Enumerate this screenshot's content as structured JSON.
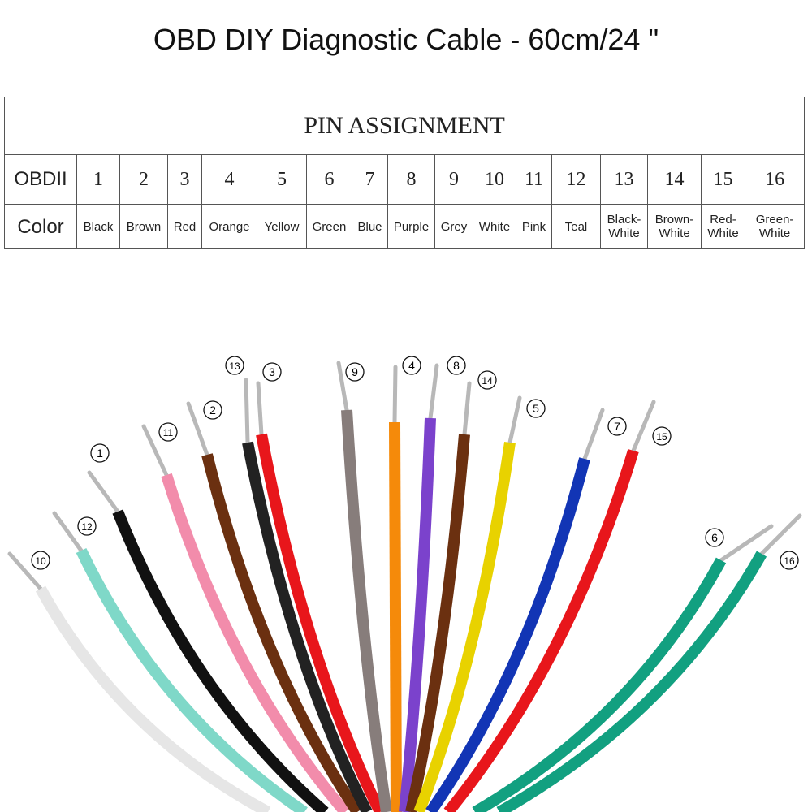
{
  "title": "OBD DIY Diagnostic Cable - 60cm/24 \"",
  "table": {
    "heading": "PIN ASSIGNMENT",
    "row1_label": "OBDII",
    "row2_label": "Color",
    "pins": [
      {
        "pin": "1",
        "color": "Black"
      },
      {
        "pin": "2",
        "color": "Brown"
      },
      {
        "pin": "3",
        "color": "Red"
      },
      {
        "pin": "4",
        "color": "Orange"
      },
      {
        "pin": "5",
        "color": "Yellow"
      },
      {
        "pin": "6",
        "color": "Green"
      },
      {
        "pin": "7",
        "color": "Blue"
      },
      {
        "pin": "8",
        "color": "Purple"
      },
      {
        "pin": "9",
        "color": "Grey"
      },
      {
        "pin": "10",
        "color": "White"
      },
      {
        "pin": "11",
        "color": "Pink"
      },
      {
        "pin": "12",
        "color": "Teal"
      },
      {
        "pin": "13",
        "color": "Black-White"
      },
      {
        "pin": "14",
        "color": "Brown-White"
      },
      {
        "pin": "15",
        "color": "Red-White"
      },
      {
        "pin": "16",
        "color": "Green-White"
      }
    ]
  },
  "wires": [
    {
      "label": "10",
      "hex": "#e2e2e2"
    },
    {
      "label": "12",
      "hex": "#7fd8c8"
    },
    {
      "label": "1",
      "hex": "#111111"
    },
    {
      "label": "11",
      "hex": "#f28cab"
    },
    {
      "label": "2",
      "hex": "#6b3010"
    },
    {
      "label": "13",
      "hex": "#222222"
    },
    {
      "label": "3",
      "hex": "#e8161b"
    },
    {
      "label": "9",
      "hex": "#877d7b"
    },
    {
      "label": "4",
      "hex": "#f58a0a"
    },
    {
      "label": "8",
      "hex": "#7b42cc"
    },
    {
      "label": "14",
      "hex": "#6b3010"
    },
    {
      "label": "5",
      "hex": "#e8d200"
    },
    {
      "label": "7",
      "hex": "#1235b5"
    },
    {
      "label": "15",
      "hex": "#e8161b"
    },
    {
      "label": "6",
      "hex": "#12a080"
    },
    {
      "label": "16",
      "hex": "#12a080"
    }
  ]
}
